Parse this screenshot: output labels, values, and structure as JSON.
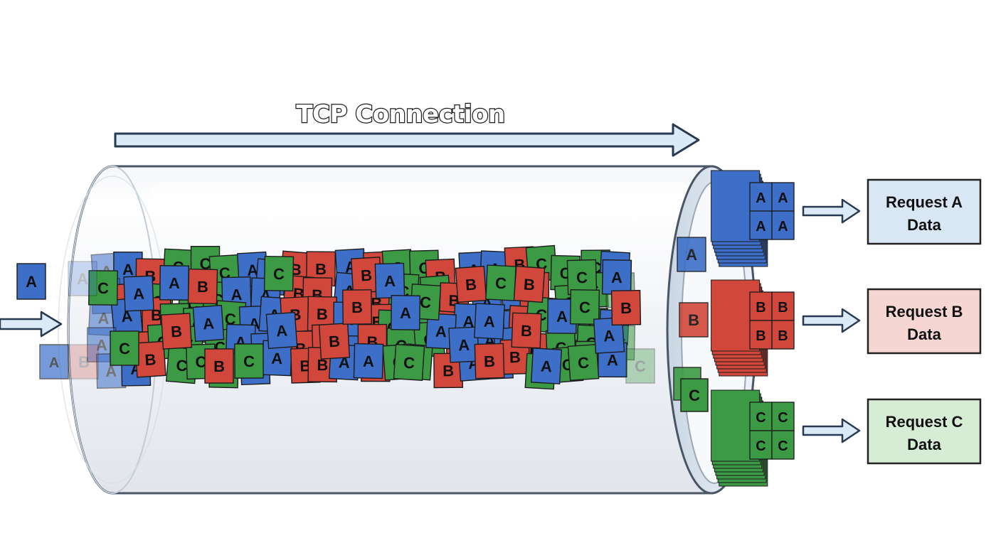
{
  "title": "TCP Connection",
  "colors": {
    "A": "#3d6fc9",
    "B": "#d2473b",
    "C": "#3c9a45",
    "tube_stroke": "#4a5566",
    "arrow_fill": "#dce9f6",
    "arrow_stroke": "#273a52"
  },
  "streams": [
    {
      "id": "A",
      "label": "A",
      "request_line1": "Request A",
      "request_line2": "Data",
      "box_fill": "#d9e7f5"
    },
    {
      "id": "B",
      "label": "B",
      "request_line1": "Request B",
      "request_line2": "Data",
      "box_fill": "#f5d6d2"
    },
    {
      "id": "C",
      "label": "C",
      "request_line1": "Request C",
      "request_line2": "Data",
      "box_fill": "#d6ecd5"
    }
  ]
}
